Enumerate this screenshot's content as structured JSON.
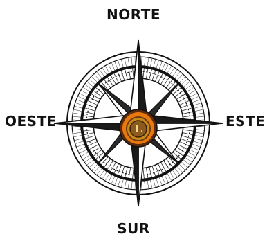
{
  "compass": {
    "north": "NORTE",
    "south": "SUR",
    "west": "OESTE",
    "east": "ESTE"
  },
  "center_emblem": {
    "description": "medallion with letter L",
    "letter": "L",
    "colors": {
      "gold": "#c98a1a",
      "orange": "#e8790f",
      "bronze": "#6b3a12"
    }
  }
}
